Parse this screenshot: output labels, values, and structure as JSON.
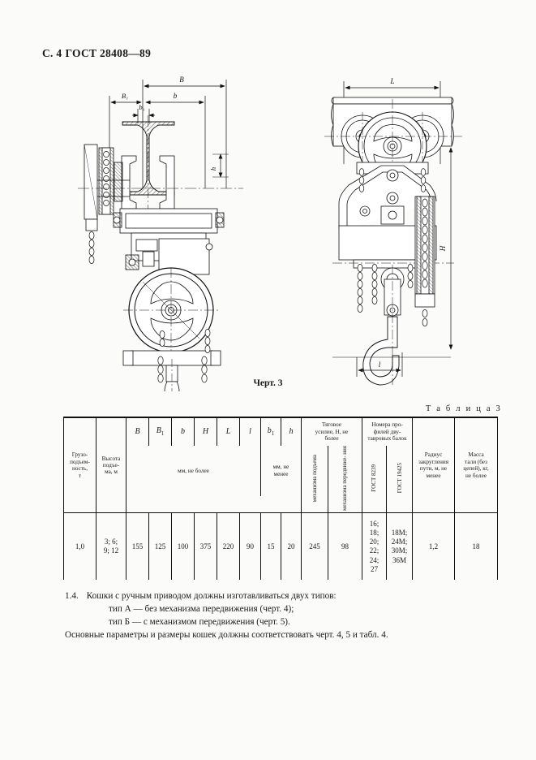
{
  "header": {
    "page_label": "С. 4",
    "standard": "ГОСТ 28408—89"
  },
  "figure": {
    "caption": "Черт. 3",
    "dimension_labels": {
      "B": "B",
      "B1": "B",
      "B1_sub": "1",
      "b": "b",
      "b1": "b",
      "b1_sub": "1",
      "h": "h",
      "L": "L",
      "H": "H",
      "l": "l"
    }
  },
  "table": {
    "label": "Т а б л и ц а  3",
    "headers": {
      "capacity": "Грузо- подъем- ность, т",
      "capacity_l1": "Грузо-",
      "capacity_l2": "подъем-",
      "capacity_l3": "ность,",
      "capacity_l4": "т",
      "lift_height_l1": "Высота",
      "lift_height_l2": "подъе-",
      "lift_height_l3": "ма, м",
      "sym_B": "B",
      "sym_B1": "B",
      "sym_B1_sub": "1",
      "sym_b": "b",
      "sym_H": "H",
      "sym_L": "L",
      "sym_l": "l",
      "sym_b1": "b",
      "sym_b1_sub": "1",
      "sym_h": "h",
      "unit_max": "мм, не более",
      "unit_min_l1": "мм, не",
      "unit_min_l2": "менее",
      "traction_l1": "Тяговое",
      "traction_l2": "усилие, Н, не",
      "traction_l3": "более",
      "traction_lift": "механизма подъема",
      "traction_travel": "механизма передвиже- ния",
      "beam_l1": "Номера про-",
      "beam_l2": "филей дву-",
      "beam_l3": "тавровых балок",
      "gost_8239": "ГОСТ 8239",
      "gost_19425": "ГОСТ 19425",
      "radius_l1": "Радиус",
      "radius_l2": "закругления",
      "radius_l3": "пути, м, не",
      "radius_l4": "менее",
      "mass_l1": "Масса",
      "mass_l2": "тали (без",
      "mass_l3": "цепей), кг,",
      "mass_l4": "не более"
    },
    "rows": [
      {
        "capacity": "1,0",
        "lift_height": "3; 6;\n9; 12",
        "B": "155",
        "B1": "125",
        "b": "100",
        "H": "375",
        "L": "220",
        "l": "90",
        "b1": "15",
        "h": "20",
        "traction_lift": "245",
        "traction_travel": "98",
        "gost_8239": "16;\n18;\n20;\n22;\n24;\n27",
        "gost_19425": "18М;\n24М;\n30М;\n36М",
        "radius": "1,2",
        "mass": "18"
      }
    ]
  },
  "body": {
    "clause_number": "1.4.",
    "clause_text": "Кошки с ручным приводом должны изготавливаться двух типов:",
    "type_a": "тип А — без механизма передвижения (черт. 4);",
    "type_b": "тип Б — с механизмом передвижения (черт. 5).",
    "summary": "Основные параметры и размеры кошек должны соответствовать черт. 4, 5 и табл. 4."
  }
}
